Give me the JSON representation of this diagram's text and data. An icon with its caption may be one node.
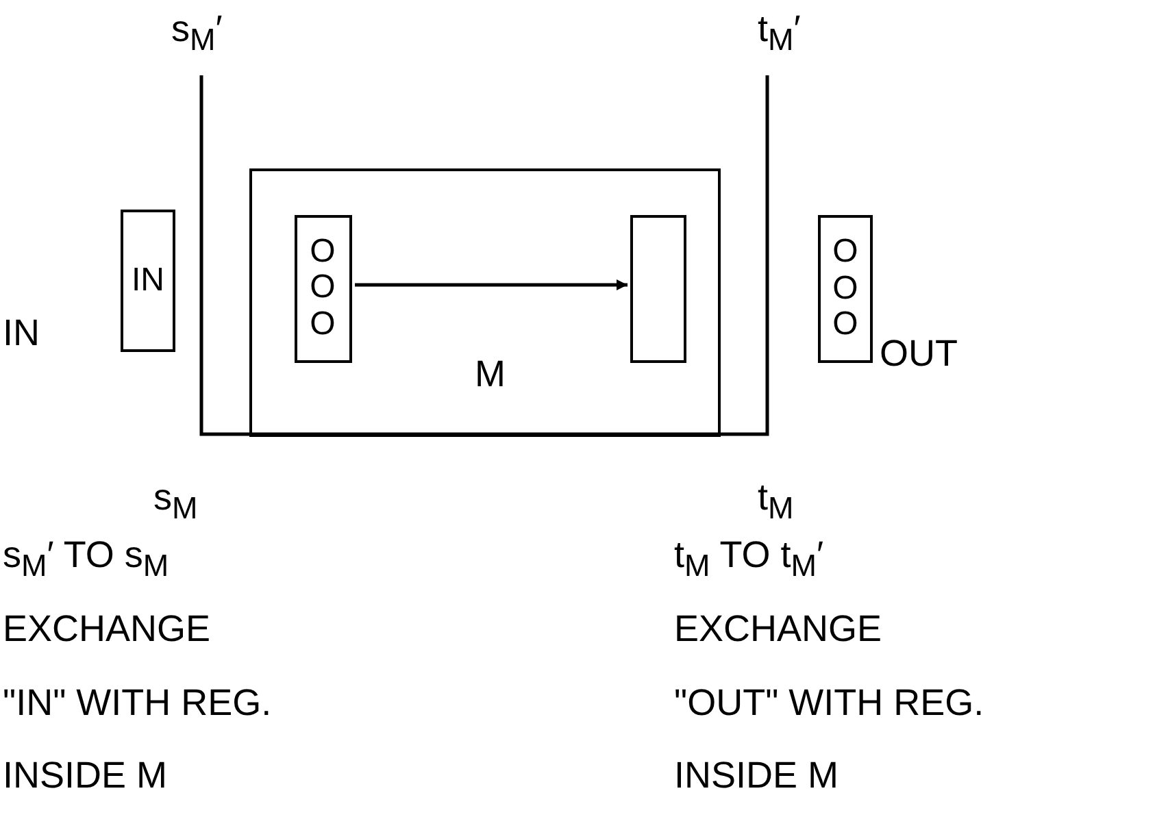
{
  "diagram": {
    "nodes": [
      {
        "text": [
          "IN"
        ],
        "beside": [
          "IN"
        ]
      },
      {
        "text": [],
        "shape": "box"
      },
      {
        "text": [
          "O O O"
        ],
        "in": 1
      },
      {
        "text": [],
        "shape": "box",
        "in": 1
      },
      {
        "text": [
          "O O O"
        ],
        "beside": [
          "OUT"
        ]
      }
    ],
    "edges": [
      {
        "from": 2,
        "to": 3,
        "arrow": "to",
        "label": "M"
      }
    ],
    "labels": [
      "s$_{M}$′",
      "t$_{M}$′",
      "s$_{M}$",
      "t$_{M}$",
      "s$_{M}$′ TO s$_{M}$",
      "EXCHANGE",
      "\"IN\" WITH REG.",
      "INSIDE M",
      "t$_{M}$ TO t$_{M}$′",
      "EXCHANGE",
      "\"OUT\" WITH REG.",
      "INSIDE M"
    ]
  }
}
